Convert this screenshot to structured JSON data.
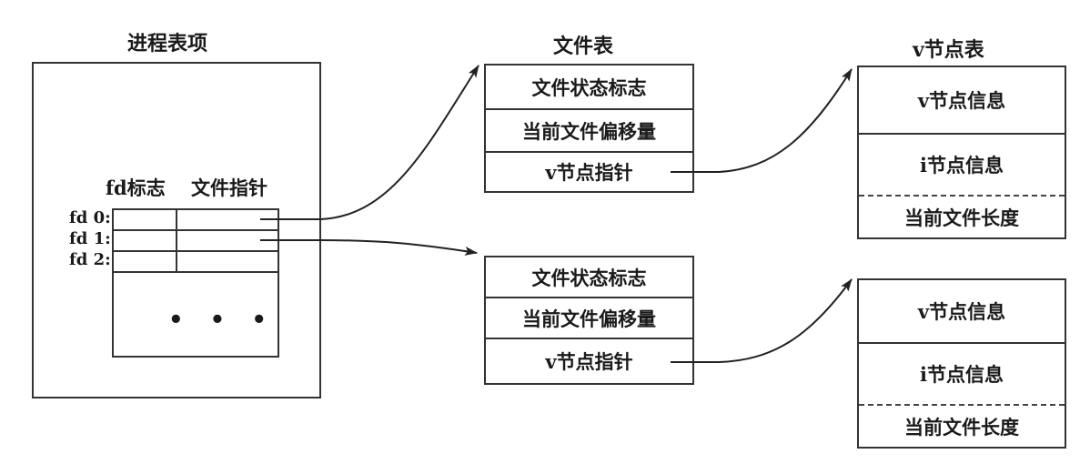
{
  "process_table": {
    "title": "进程表项",
    "col_flags": "fd标志",
    "col_pointer": "文件指针",
    "fd_labels": [
      "fd 0:",
      "fd 1:",
      "fd 2:"
    ],
    "ellipsis": "• • •"
  },
  "file_table": {
    "title": "文件表",
    "entries": [
      {
        "status_flags": "文件状态标志",
        "offset": "当前文件偏移量",
        "vnode_ptr": "v节点指针"
      },
      {
        "status_flags": "文件状态标志",
        "offset": "当前文件偏移量",
        "vnode_ptr": "v节点指针"
      }
    ]
  },
  "vnode_table": {
    "title": "v节点表",
    "entries": [
      {
        "vnode_info": "v节点信息",
        "inode_info": "i节点信息",
        "file_size": "当前文件长度"
      },
      {
        "vnode_info": "v节点信息",
        "inode_info": "i节点信息",
        "file_size": "当前文件长度"
      }
    ]
  }
}
